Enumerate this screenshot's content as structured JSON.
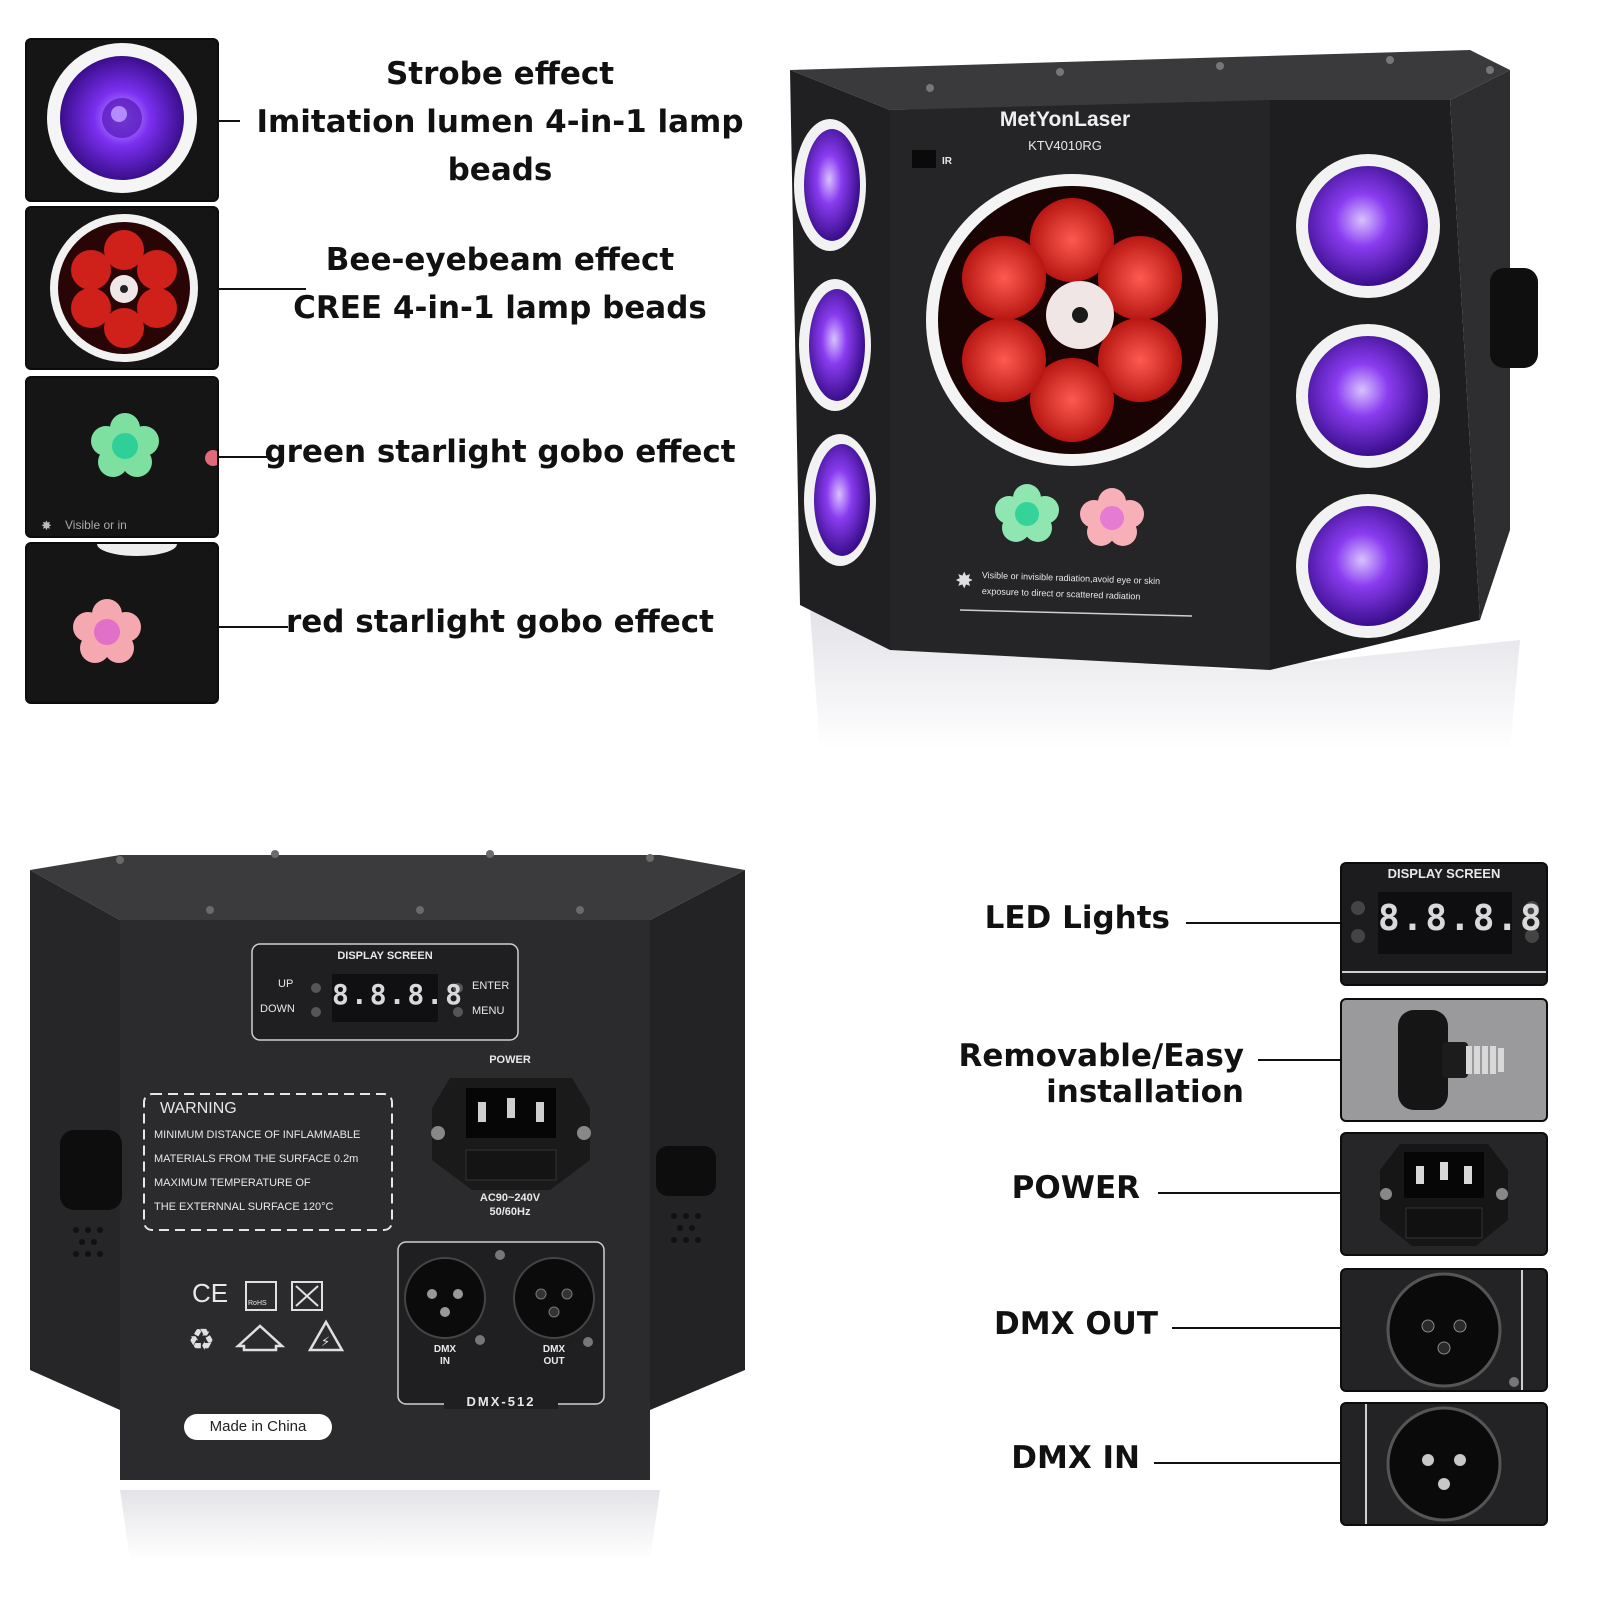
{
  "effects": [
    {
      "line1": "Strobe effect",
      "line2": "Imitation lumen 4-in-1 lamp beads"
    },
    {
      "line1": "Bee-eyebeam effect",
      "line2": "CREE 4-in-1 lamp beads"
    },
    {
      "line1": "green starlight gobo effect"
    },
    {
      "line1": "red starlight gobo effect"
    }
  ],
  "thumb_text": {
    "laser_warning_partial": "Visible or in"
  },
  "front_unit": {
    "brand": "MetYonLaser",
    "model": "KTV4010RG",
    "ir_label": "IR",
    "laser_warning_line1": "Visible or invisible radiation,avoid eye or skin",
    "laser_warning_line2": "exposure to direct or scattered radiation"
  },
  "back_unit": {
    "display_title": "DISPLAY SCREEN",
    "btn_up": "UP",
    "btn_down": "DOWN",
    "btn_enter": "ENTER",
    "btn_menu": "MENU",
    "display_digits": "8.8.8.8",
    "power_title": "POWER",
    "voltage": "AC90~240V",
    "frequency": "50/60Hz",
    "warning_title": "WARNING",
    "warning_lines": [
      "MINIMUM DISTANCE OF INFLAMMABLE",
      "MATERIALS FROM THE SURFACE 0.2m",
      "MAXIMUM TEMPERATURE OF",
      "THE EXTERNNAL SURFACE 120°C"
    ],
    "ce_mark": "CE",
    "rohs_mark": "RoHS",
    "dmx_in_line1": "DMX",
    "dmx_in_line2": "IN",
    "dmx_out_line1": "DMX",
    "dmx_out_line2": "OUT",
    "dmx_protocol": "DMX-512",
    "origin": "Made in China"
  },
  "features": [
    {
      "label": "LED Lights"
    },
    {
      "label": "Removable/Easy installation"
    },
    {
      "label": "POWER"
    },
    {
      "label": "DMX OUT"
    },
    {
      "label": "DMX IN"
    }
  ],
  "feature_display": {
    "title": "DISPLAY SCREEN",
    "digits": "8.8.8.8"
  },
  "colors": {
    "uv_purple": "#8a3cf0",
    "beam_red": "#e0201c",
    "gobo_green": "#3fd97a",
    "gobo_pink": "#ff8fb0",
    "housing": "#2b2b2d"
  }
}
